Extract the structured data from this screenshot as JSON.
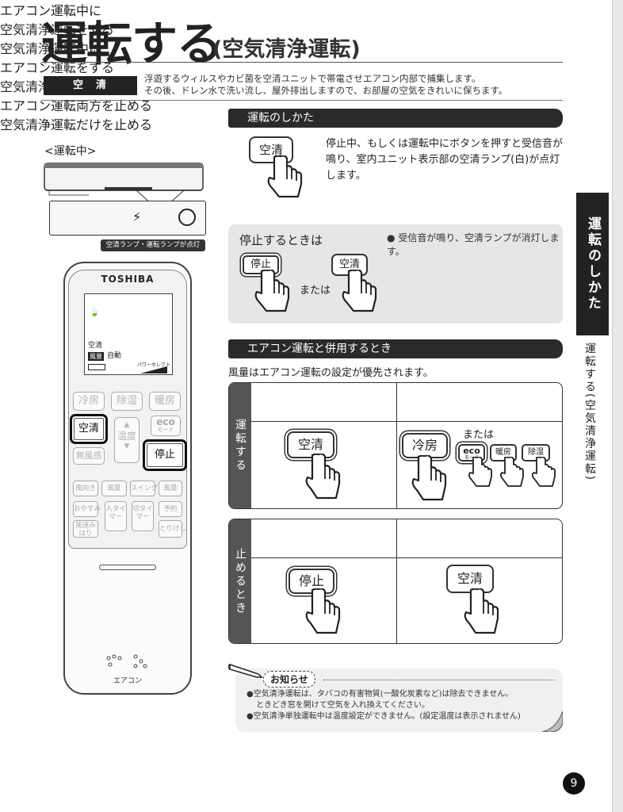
{
  "header": {
    "title": "運転する",
    "subtitle": "(空気清浄運転)"
  },
  "intro": {
    "badge": "空清",
    "line1": "浮遊するウィルスやカビ菌を空清ユニットで帯電させエアコン内部で捕集します。",
    "line2": "その後、ドレン水で洗い流し、屋外排出しますので、お部屋の空気をきれいに保ちます。"
  },
  "side_tab": {
    "label": "運転のしかた",
    "text": "運転する(空気清浄運転)"
  },
  "indoor_unit": {
    "label": "<運転中>",
    "lamp_caption": "空清ランプ・運転ランプが点灯",
    "lamp_symbol": "⚡"
  },
  "remote": {
    "brand": "TOSHIBA",
    "lcd": {
      "mode_icon": "🍃",
      "mode": "空清",
      "fan_badge": "風量",
      "fan_value": "自動",
      "power_select": "パワーセレクト"
    },
    "buttons": {
      "cool": "冷房",
      "dry": "除湿",
      "heat": "暖房",
      "kusei": "空清",
      "eco": "eco",
      "eco_sub": "モード",
      "temp": "温度",
      "muhukan": "無風感",
      "stop": "停止",
      "row1": [
        "風向き",
        "風量",
        "スイング",
        "風量"
      ],
      "row2": [
        "おやすみ",
        "入タイマー",
        "切タイマー",
        "予約"
      ],
      "row3": [
        "風速みはり",
        "",
        "",
        "とりけし"
      ]
    },
    "footer": "エアコン"
  },
  "howto": {
    "heading": "運転のしかた",
    "button": "空清",
    "description": "停止中、もしくは運転中にボタンを押すと受信音が鳴り、室内ユニット表示部の空清ランプ(白)が点灯します。"
  },
  "stop": {
    "heading": "停止するときは",
    "button_stop": "停止",
    "or": "または",
    "button_kusei": "空清",
    "bullet": "●",
    "note": "受信音が鳴り、空清ランプが消灯します。"
  },
  "combined": {
    "heading": "エアコン運転と併用するとき",
    "lead": "風量はエアコン運転の設定が優先されます。",
    "run": {
      "side": "運転する",
      "col1_head": "エアコン運転中に\n空気清浄運転をする",
      "col1_button": "空清",
      "col2_head": "空気清浄運転中に\nエアコン運転をする",
      "col2_button": "冷房",
      "col2_or": "または",
      "col2_extra": [
        "eco",
        "暖房",
        "除湿"
      ],
      "eco_sub": "モード"
    },
    "stop": {
      "side": "止めるとき",
      "col1_head": "空気清浄運転と\nエアコン運転両方を止める",
      "col1_button": "停止",
      "col2_head": "空気清浄運転だけを止める",
      "col2_button": "空清"
    }
  },
  "notice": {
    "label": "お知らせ",
    "line1": "●空気清浄運転は、タバコの有害物質(一酸化炭素など)は除去できません。",
    "line2": "ときどき窓を開けて空気を入れ換えてください。",
    "line3": "●空気清浄単独運転中は温度設定ができません。(設定温度は表示されません)"
  },
  "page_number": "9"
}
